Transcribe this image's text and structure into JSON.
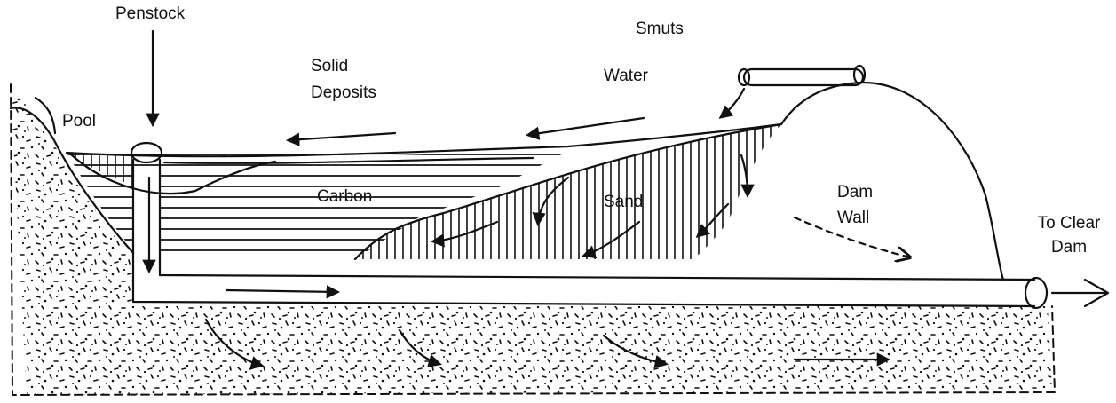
{
  "labels": {
    "penstock": "Penstock",
    "smuts": "Smuts",
    "solid_deposits_line1": "Solid",
    "solid_deposits_line2": "Deposits",
    "water": "Water",
    "pool": "Pool",
    "carbon": "Carbon",
    "sand": "Sand",
    "dam_wall_line1": "Dam",
    "dam_wall_line2": "Wall",
    "to_clear_dam_line1": "To Clear",
    "to_clear_dam_line2": "Dam"
  },
  "colors": {
    "ink": "#111111",
    "background": "#ffffff"
  }
}
